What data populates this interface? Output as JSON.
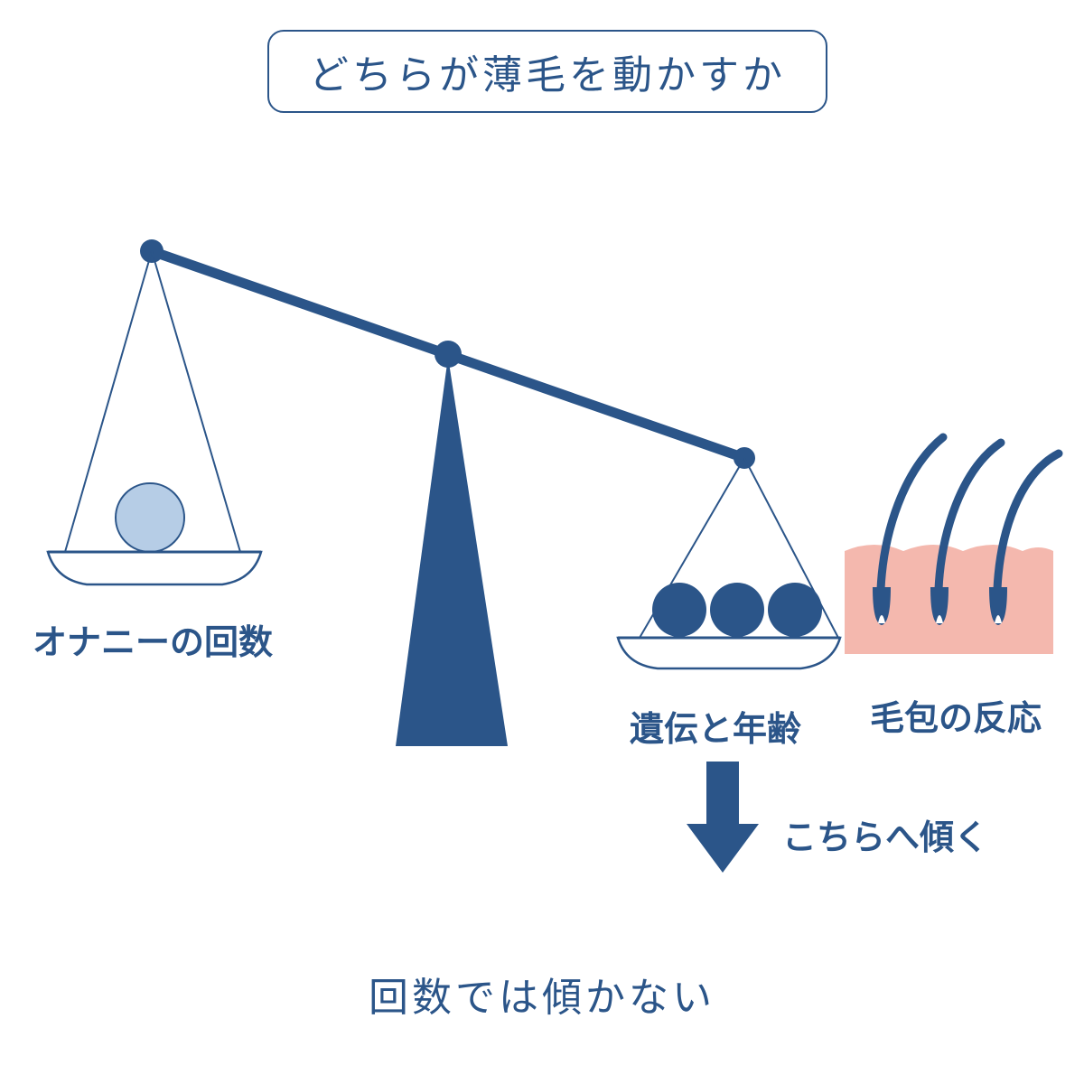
{
  "title": "どちらが薄毛を動かすか",
  "left_pan": {
    "label": "オナニーの回数",
    "weight_count": 1,
    "weight_color": "#b6cde6"
  },
  "right_pan": {
    "label": "遺伝と年齢",
    "weight_count": 3,
    "weight_color": "#2b5589"
  },
  "follicle": {
    "label": "毛包の反応",
    "skin_color": "#f4b8ae",
    "hair_count": 3
  },
  "arrow_label": "こちらへ傾く",
  "footer": "回数では傾かない",
  "colors": {
    "primary": "#2b5589",
    "background": "#ffffff"
  }
}
